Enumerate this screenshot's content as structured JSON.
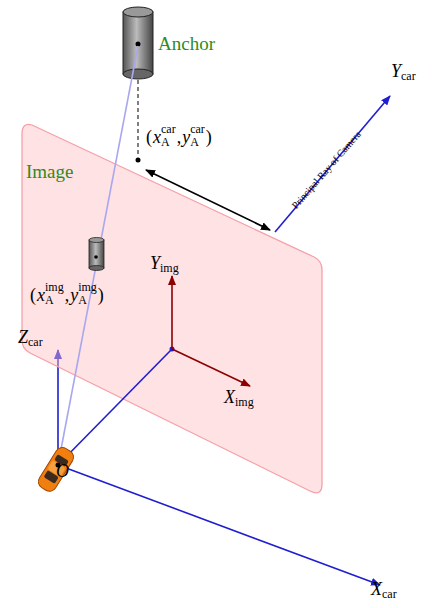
{
  "diagram": {
    "nodes": [
      {
        "text": [
          "Image"
        ]
      }
    ],
    "labels": [
      "Anchor",
      "(",
      "x",
      "A",
      "car",
      ",",
      "y",
      "A",
      "car",
      ")",
      "Principal Ray of Camera",
      "Y",
      "car",
      "Y",
      "img",
      "(",
      "x",
      "A",
      "img",
      ",",
      "y",
      "A",
      "img",
      ")",
      "Z",
      "car",
      "X",
      "img",
      "O",
      "X",
      "car"
    ]
  }
}
